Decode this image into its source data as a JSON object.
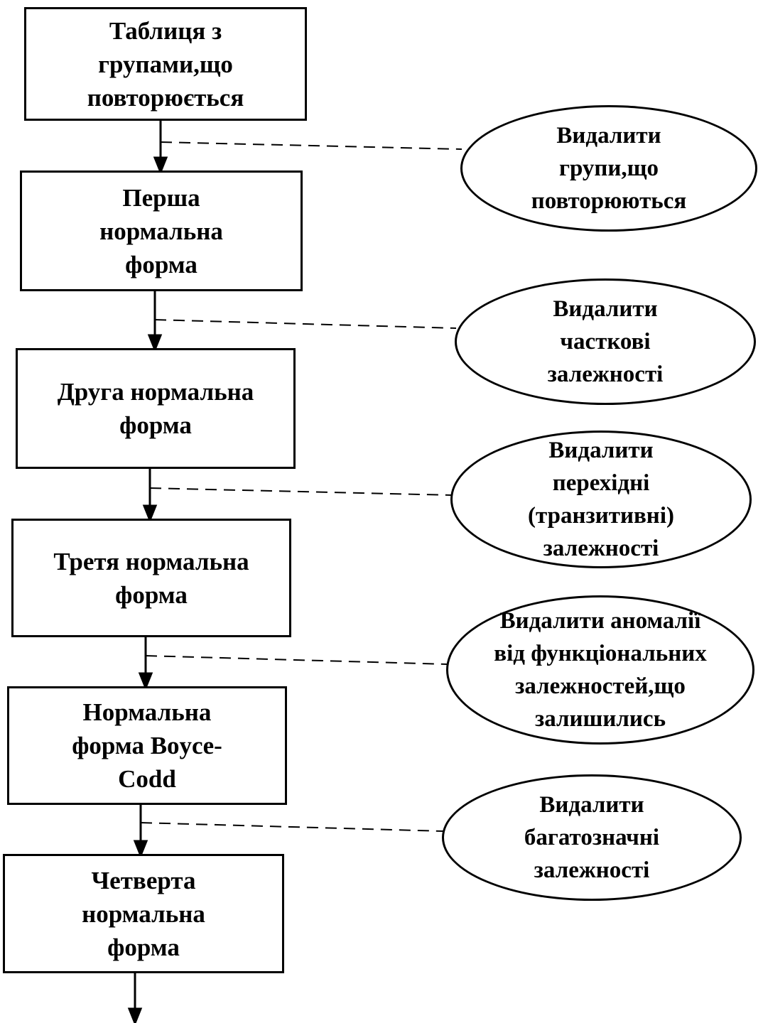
{
  "diagram": {
    "steps": [
      "Таблиця з\nгрупами,що\nповторюється",
      "Перша\nнормальна\nформа",
      "Друга нормальна\nформа",
      "Третя нормальна\nформа",
      "Нормальна\nформа Boyce-\nCodd",
      "Четверта\nнормальна\nформа"
    ],
    "actions": [
      "Видалити\nгрупи,що\nповторюються",
      "Видалити\nчасткові\nзалежності",
      "Видалити\nперехідні\n(транзитивні)\nзалежності",
      "Видалити аномалії\nвід функціональних\nзалежностей,що\nзалишились",
      "Видалити\nбагатозначні\nзалежності"
    ]
  }
}
